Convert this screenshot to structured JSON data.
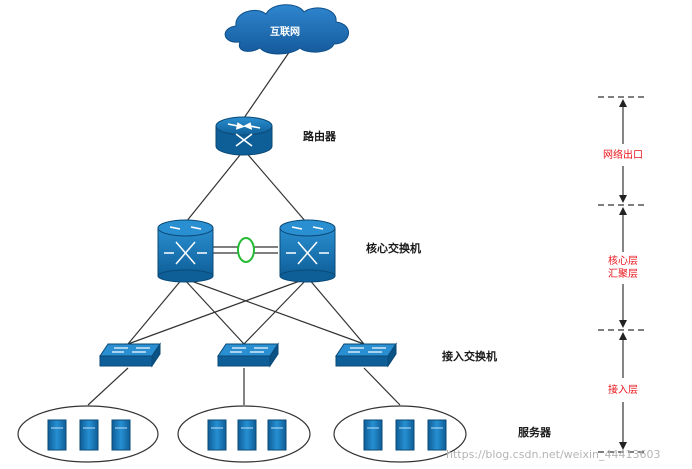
{
  "nodes": {
    "internet": "互联网",
    "router": "路由器",
    "core": "核心交换机",
    "access": "接入交换机",
    "servers": "服务器"
  },
  "tiers": {
    "exit": "网络出口",
    "core_line1": "核心层",
    "core_line2": "汇聚层",
    "access": "接入层"
  },
  "watermark": "https://blog.csdn.net/weixin_44413603",
  "colors": {
    "device_blue": "#1577b5",
    "cloud_blue": "#1f6fb8",
    "tier_red": "#e8141b",
    "link_line": "#333333",
    "stack_green": "#22bb33"
  }
}
